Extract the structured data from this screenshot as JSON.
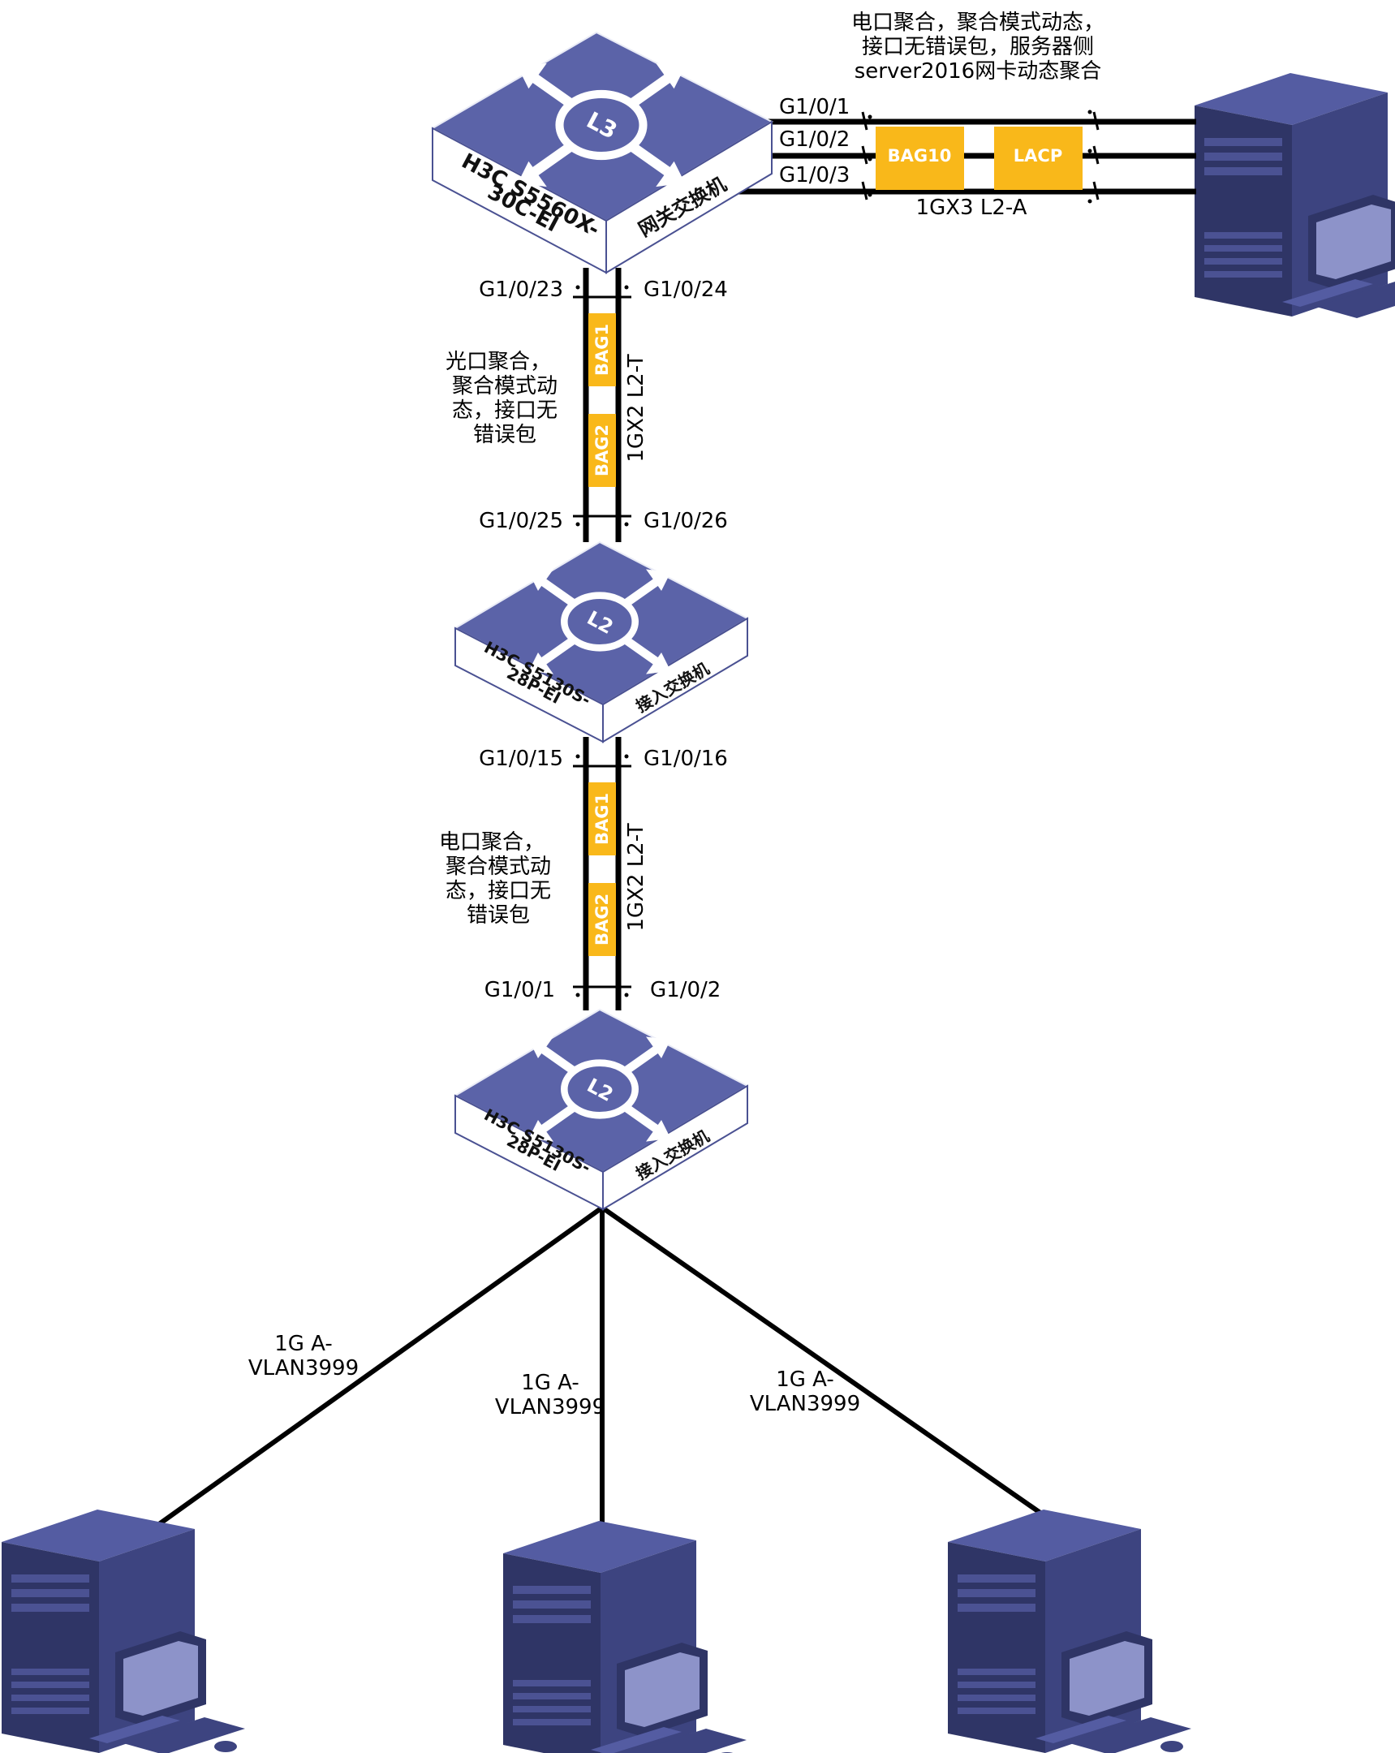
{
  "switches": {
    "gateway": {
      "model_line1": "H3C S5560X-",
      "model_line2": "30C-EI",
      "role": "网关交换机",
      "layer": "L3"
    },
    "access1": {
      "model_line1": "H3C S5130S-",
      "model_line2": "28P-EI",
      "role": "接入交换机",
      "layer": "L2"
    },
    "access2": {
      "model_line1": "H3C S5130S-",
      "model_line2": "28P-EI",
      "role": "接入交换机",
      "layer": "L2"
    }
  },
  "server_link": {
    "annotation": [
      "电口聚合，聚合模式动态，",
      "接口无错误包，服务器侧",
      "server2016网卡动态聚合"
    ],
    "ports": [
      "G1/0/1",
      "G1/0/2",
      "G1/0/3"
    ],
    "bag_label": "BAG10",
    "peer_label": "LACP",
    "link_label": "1GX3 L2-A"
  },
  "uplink1": {
    "port_top_left": "G1/0/23",
    "port_top_right": "G1/0/24",
    "port_bottom_left": "G1/0/25",
    "port_bottom_right": "G1/0/26",
    "bag_top": "BAG1",
    "bag_bottom": "BAG2",
    "link_label": "1GX2 L2-T",
    "annotation": [
      "光口聚合，",
      "聚合模式动",
      "态，接口无",
      "错误包"
    ]
  },
  "uplink2": {
    "port_top_left": "G1/0/15",
    "port_top_right": "G1/0/16",
    "port_bottom_left": "G1/0/1",
    "port_bottom_right": "G1/0/2",
    "bag_top": "BAG1",
    "bag_bottom": "BAG2",
    "link_label": "1GX2 L2-T",
    "annotation": [
      "电口聚合，",
      "聚合模式动",
      "态，接口无",
      "错误包"
    ]
  },
  "clients": [
    {
      "line1": "1G A-",
      "line2": "VLAN3999"
    },
    {
      "line1": "1G A-",
      "line2": "VLAN3999"
    },
    {
      "line1": "1G A-",
      "line2": "VLAN3999"
    }
  ],
  "colors": {
    "switch_top": "#5b63a8",
    "switch_side": "#ffffff",
    "bag_fill": "#f9b81a",
    "server_dark": "#2f3566",
    "server_mid": "#3d4480",
    "server_light": "#545ca2"
  },
  "icons": {
    "switch": "l3-switch-icon",
    "access_switch": "l2-switch-icon",
    "server": "server-pc-icon"
  }
}
